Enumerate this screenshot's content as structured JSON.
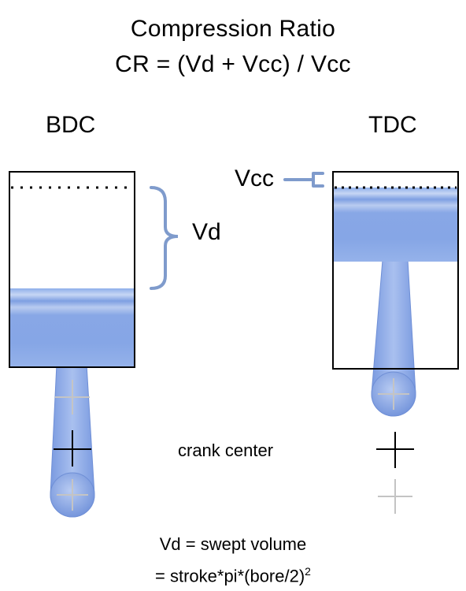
{
  "title": {
    "line1": "Compression Ratio",
    "line2": "CR = (Vd + Vcc) / Vcc"
  },
  "labels": {
    "bdc": "BDC",
    "tdc": "TDC",
    "vd": "Vd",
    "vcc": "Vcc",
    "crank_center": "crank center"
  },
  "footer": {
    "line1": "Vd = swept volume",
    "line2_prefix": "= stroke*pi*(bore/2)",
    "line2_superscript": "2"
  },
  "colors": {
    "piston_blue": "#86a6e6",
    "piston_dark": "#6f8fd6",
    "piston_light": "#c9d8f5",
    "bracket_blue": "#7f9bcc",
    "crank_marker_gray": "#b9b9b9",
    "outline": "#000000"
  }
}
